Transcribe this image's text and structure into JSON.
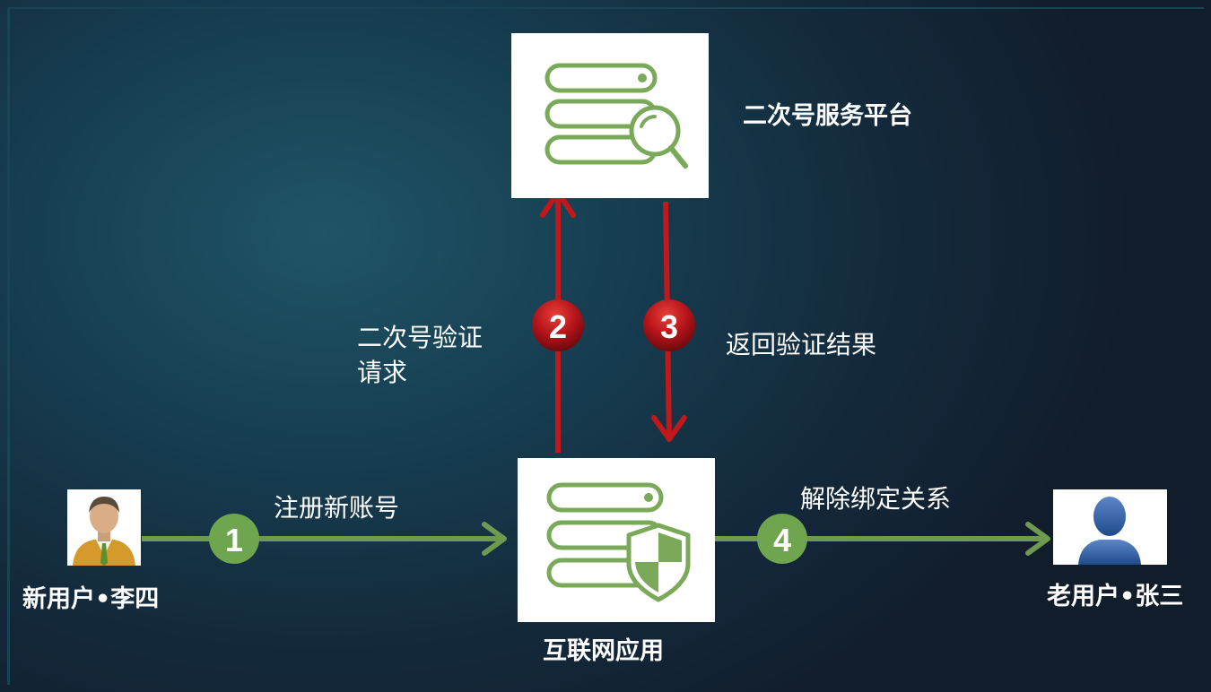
{
  "nodes": {
    "platform": {
      "label": "二次号服务平台"
    },
    "app": {
      "label": "互联网应用"
    },
    "new_user": {
      "label": "新用户•李四"
    },
    "old_user": {
      "label": "老用户•张三"
    }
  },
  "steps": [
    {
      "num": "1",
      "label": "注册新账号"
    },
    {
      "num": "2",
      "label_lines": [
        "二次号验证",
        "请求"
      ]
    },
    {
      "num": "3",
      "label": "返回验证结果"
    },
    {
      "num": "4",
      "label": "解除绑定关系"
    }
  ],
  "colors": {
    "green_arrow": "#6d9a4f",
    "red_arrow": "#c0181b",
    "step_green": "#70a550",
    "step_red": "#b5141a",
    "icon_green": "#7aa95a"
  }
}
